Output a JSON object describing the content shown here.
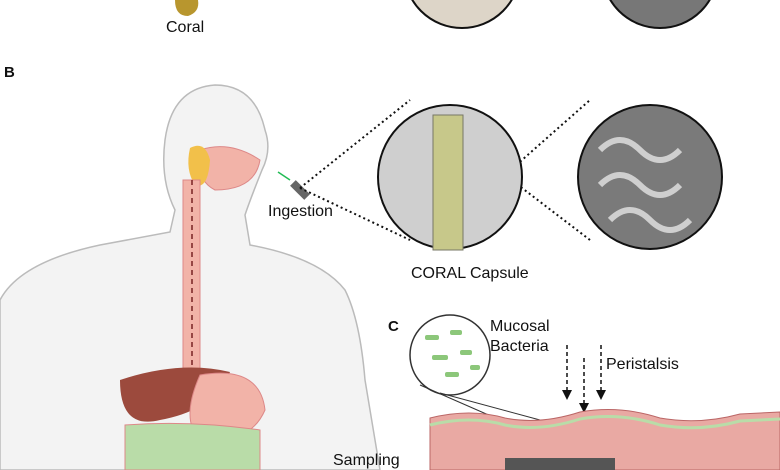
{
  "panels": {
    "b": "B",
    "c": "C"
  },
  "labels": {
    "coral": "Coral",
    "ingestion": "Ingestion",
    "capsule": "CORAL Capsule",
    "mucosal": "Mucosal",
    "bacteria": "Bacteria",
    "peristalsis": "Peristalsis",
    "sampling": "Sampling"
  },
  "colors": {
    "coral": "#b8962e",
    "tract": "#f2b3a8",
    "tissue": "#e9a9a3",
    "bacteria": "#8cc77a",
    "body": "#f2f2f2"
  }
}
